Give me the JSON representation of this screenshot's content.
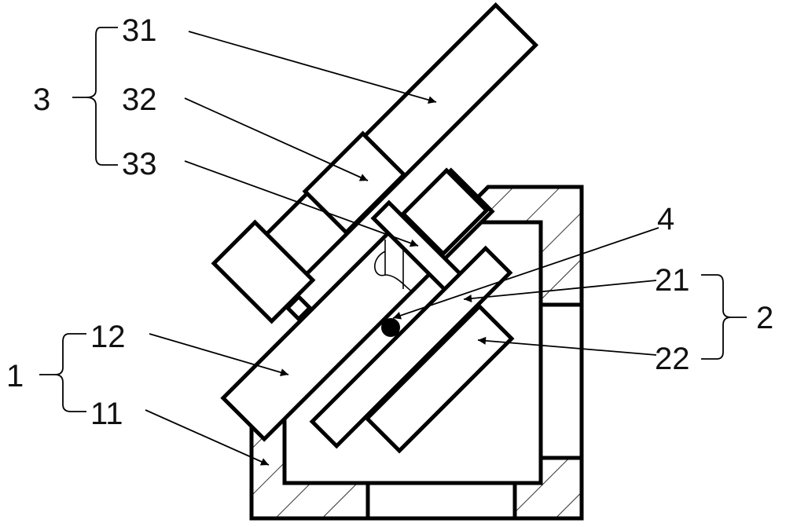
{
  "labels": {
    "l3": "3",
    "l31": "31",
    "l32": "32",
    "l33": "33",
    "l4": "4",
    "l2": "2",
    "l21": "21",
    "l22": "22",
    "l1": "1",
    "l12": "12",
    "l11": "11"
  },
  "colors": {
    "line": "#000000",
    "background": "#ffffff"
  }
}
